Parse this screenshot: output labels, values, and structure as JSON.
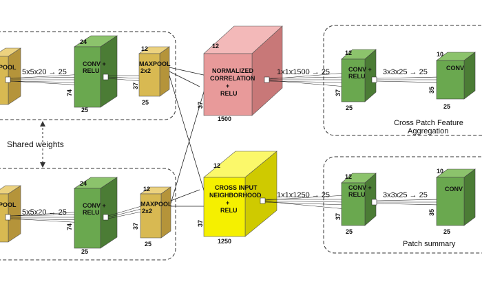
{
  "colors": {
    "yellow_front": "#d8b952",
    "yellow_top": "#ecd27f",
    "yellow_side": "#b5943a",
    "green_front": "#6aa84f",
    "green_top": "#8cc36c",
    "green_side": "#4b7c35",
    "pink_front": "#e89a9a",
    "pink_top": "#f3b9b9",
    "pink_side": "#c87878",
    "brightyellow_front": "#f5f000",
    "brightyellow_top": "#fbf86a",
    "brightyellow_side": "#cfca00",
    "line": "#222222",
    "dash": "#333333"
  },
  "top_branch": {
    "pool_label": "POOL",
    "op1": "5x5x20 → 25",
    "conv": {
      "label1": "CONV +",
      "label2": "RELU",
      "depth": "24",
      "height": "74",
      "width": "25"
    },
    "maxpool": {
      "label1": "MAXPOOL",
      "label2": "2x2",
      "depth": "12",
      "height": "37",
      "width": "25"
    }
  },
  "bottom_branch": {
    "pool_label": "POOL",
    "op1": "5x5x20 → 25",
    "conv": {
      "label1": "CONV +",
      "label2": "RELU",
      "depth": "24",
      "height": "74",
      "width": "25"
    },
    "maxpool": {
      "label1": "MAXPOOL",
      "label2": "2x2",
      "depth": "12",
      "height": "37",
      "width": "25"
    }
  },
  "shared_weights": "Shared weights",
  "norm_corr": {
    "label1": "NORMALIZED",
    "label2": "CORRELATION",
    "label3": "+",
    "label4": "RELU",
    "depth": "12",
    "height": "37",
    "width": "1500"
  },
  "cross_input": {
    "label1": "CROSS INPUT",
    "label2": "NEIGHBORHOOD",
    "label3": "+",
    "label4": "RELU",
    "depth": "12",
    "height": "37",
    "width": "1250"
  },
  "top_right": {
    "op1": "1x1x1500 → 25",
    "conv1": {
      "label1": "CONV +",
      "label2": "RELU",
      "depth": "12",
      "height": "37",
      "width": "25"
    },
    "op2": "3x3x25 → 25",
    "conv2": {
      "label1": "CONV",
      "depth": "10",
      "height": "35",
      "width": "25"
    },
    "caption1": "Cross Patch Feature",
    "caption2": "Aggregation"
  },
  "bottom_right": {
    "op1": "1x1x1250 → 25",
    "conv1": {
      "label1": "CONV +",
      "label2": "RELU",
      "depth": "12",
      "height": "37",
      "width": "25"
    },
    "op2": "3x3x25 → 25",
    "conv2": {
      "label1": "CONV",
      "depth": "10",
      "height": "35",
      "width": "25"
    },
    "caption1": "Patch summary"
  }
}
